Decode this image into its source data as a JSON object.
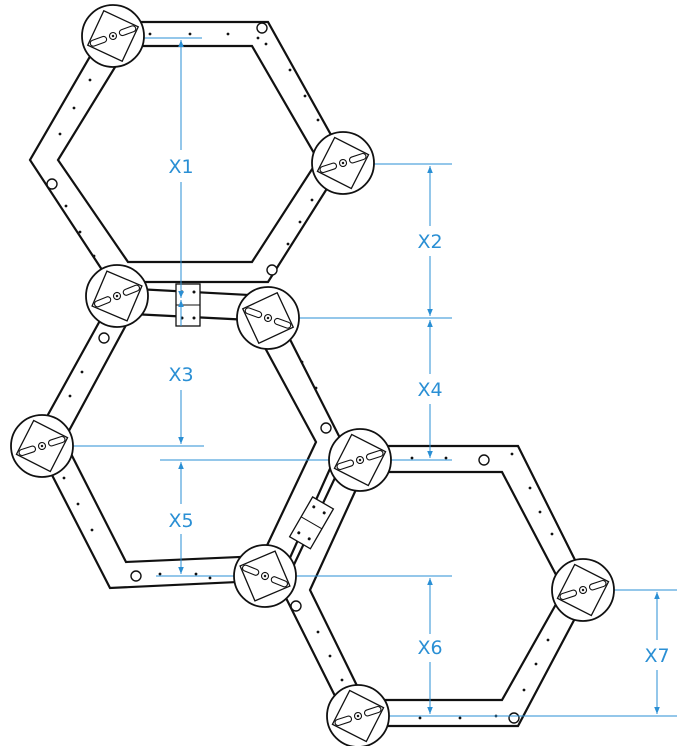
{
  "dimensions": {
    "x1": "X1",
    "x2": "X2",
    "x3": "X3",
    "x4": "X4",
    "x5": "X5",
    "x6": "X6",
    "x7": "X7"
  },
  "colors": {
    "dimension": "#2a8fd4",
    "outline": "#111111",
    "background": "#ffffff"
  },
  "icons": {
    "hub": "hex-corner-bracket-icon",
    "hole": "mounting-hole-icon"
  }
}
